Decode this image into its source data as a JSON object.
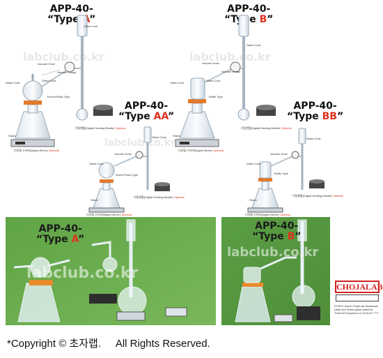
{
  "titles": {
    "a": {
      "line1": "APP-40-",
      "open": "“Type ",
      "letter": "A",
      "close": "”"
    },
    "b": {
      "line1": "APP-40-",
      "open": "“Type ",
      "letter": "B",
      "close": "”"
    },
    "aa": {
      "line1": "APP-40-",
      "open": "“Type ",
      "letter": "AA",
      "close": "”"
    },
    "bb": {
      "line1": "APP-40-",
      "open": "“Type ",
      "letter": "BB",
      "close": "”"
    }
  },
  "labels": {
    "glass_cock": "Glass Cock",
    "round_flask_type": "Round Flask Type",
    "bottle_type": "Bottle Type",
    "vacuum_hose": "Vacuum Hose",
    "vacuum_gauge": "Vacuum Gauge",
    "stand": "Stand",
    "digital_stirrer": "디지털 스터러(Digital Stirrer)",
    "heating_mantle": "히팅맨틀(Digital Heating Mantle)",
    "optional": "Optional"
  },
  "watermark": "labclub.co.kr",
  "photos": {
    "left": {
      "line1": "APP-40-",
      "open": "“Type ",
      "letter": "A",
      "close": "”",
      "watermark": "labclub.co.kr"
    },
    "right": {
      "line1": "APP-40-",
      "open": "“Type ",
      "letter": "B",
      "close": "”",
      "watermark": "labclub.co.kr"
    }
  },
  "brand": {
    "logo": "CHOJALAB",
    "note": "PYREX brand ChojaLab Glassware\n(Wall and Select glass tube/rod\nThermal Expansion:α=32.5x10⁻⁷/°C"
  },
  "footer": "*Copyright © 초자랩.     All Rights Reserved.",
  "colors": {
    "accent": "#e0301e",
    "logo": "#d62020",
    "photo_bg": "#6aaa4c"
  }
}
